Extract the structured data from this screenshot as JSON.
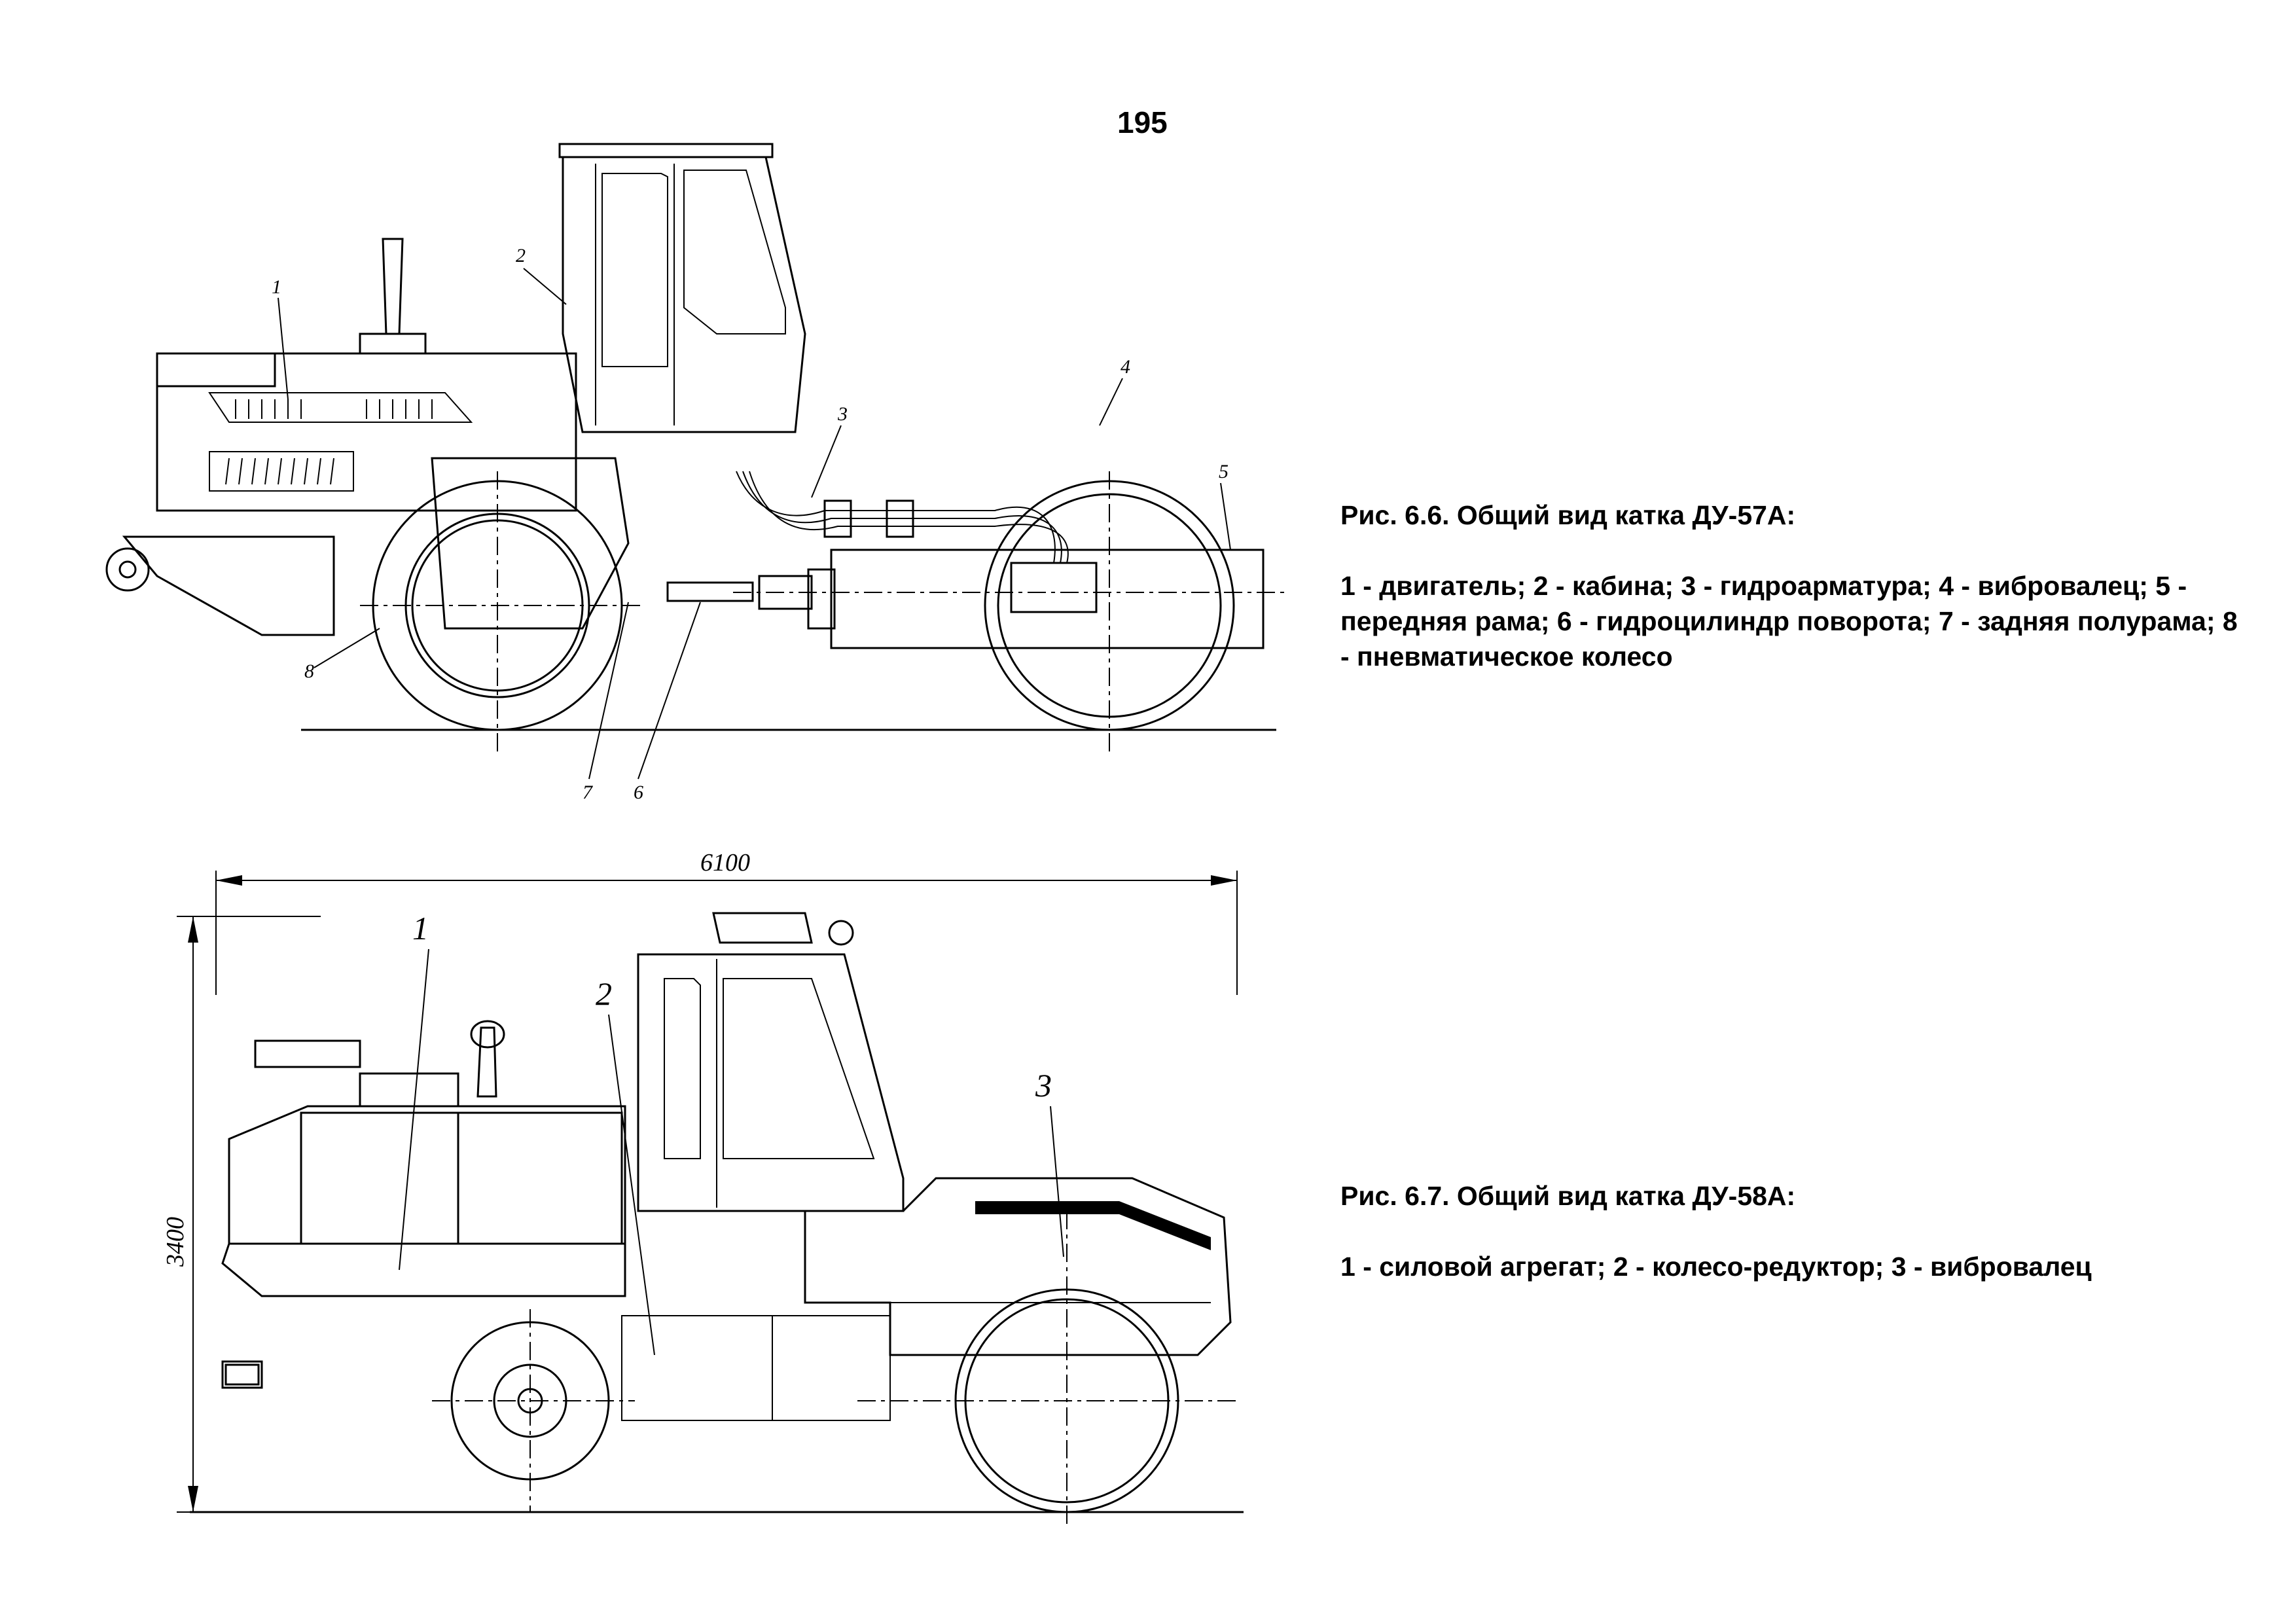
{
  "page": {
    "number": "195"
  },
  "figure_1": {
    "caption": "Рис. 6.6. Общий вид катка ДУ-57А:",
    "legend": "1 - двигатель; 2 - кабина; 3 - гидроарматура; 4 - вибровалец; 5 - передняя рама; 6 - гидроцилиндр поворота; 7 - задняя полурама; 8 - пневматическое колесо",
    "labels": [
      "1",
      "2",
      "3",
      "4",
      "5",
      "6",
      "7",
      "8"
    ]
  },
  "figure_2": {
    "caption": "Рис. 6.7. Общий вид катка ДУ-58А:",
    "legend": "1 - силовой агрегат; 2 - колесо-редуктор; 3 - вибровалец",
    "labels": [
      "1",
      "2",
      "3"
    ],
    "dimensions": {
      "length": "6100",
      "height": "3400"
    }
  }
}
